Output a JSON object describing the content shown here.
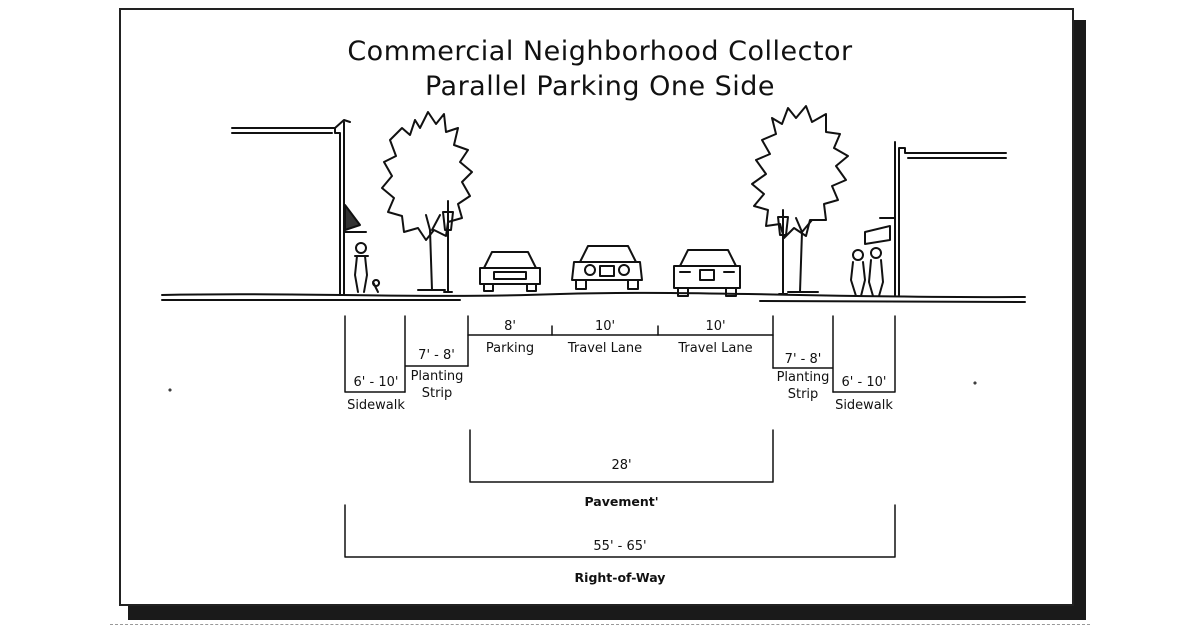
{
  "title": {
    "line1": "Commercial Neighborhood Collector",
    "line2": "Parallel Parking One Side"
  },
  "segments": {
    "sidewalk_left": {
      "width": "6' - 10'",
      "label": "Sidewalk"
    },
    "planting_left": {
      "width": "7' - 8'",
      "label_line1": "Planting",
      "label_line2": "Strip"
    },
    "parking": {
      "width": "8'",
      "label": "Parking"
    },
    "travel_lane_1": {
      "width": "10'",
      "label": "Travel Lane"
    },
    "travel_lane_2": {
      "width": "10'",
      "label": "Travel Lane"
    },
    "planting_right": {
      "width": "7' - 8'",
      "label_line1": "Planting",
      "label_line2": "Strip"
    },
    "sidewalk_right": {
      "width": "6' - 10'",
      "label": "Sidewalk"
    }
  },
  "pavement": {
    "width": "28'",
    "label": "Pavement'"
  },
  "right_of_way": {
    "width": "55' - 65'",
    "label": "Right-of-Way"
  }
}
